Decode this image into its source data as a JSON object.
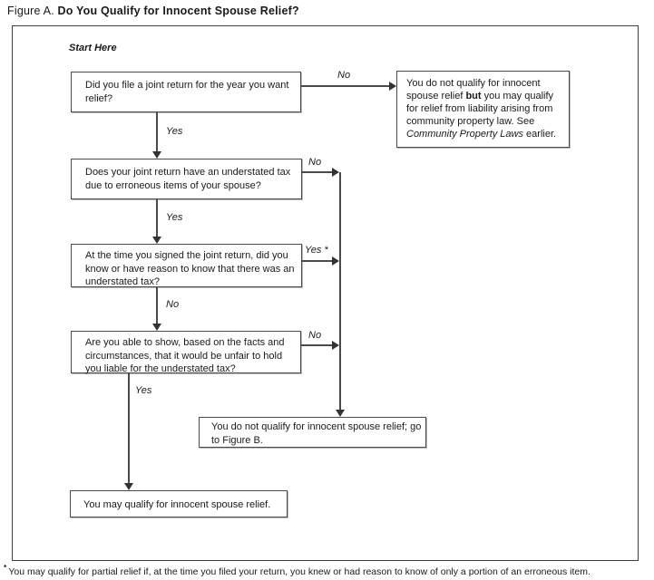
{
  "title": {
    "prefix": "Figure A. ",
    "main": "Do You Qualify for Innocent Spouse Relief?"
  },
  "start_here": "Start Here",
  "boxes": {
    "q1": "Did you file a joint return for the year you want relief?",
    "community": {
      "p1": "You do not qualify for innocent spouse relief ",
      "bold": "but",
      "p2": " you may qualify for relief from liability arising from community property law. See ",
      "italic": "Community Property Laws",
      "p3": " earlier."
    },
    "q2": "Does your joint return have an understated tax due to erroneous items of your spouse?",
    "q3": "At the time you signed the joint return, did you know or have reason to know that there was an understated tax?",
    "q4": "Are you able to show, based on the facts and circumstances, that it would be unfair to hold you liable for the understated tax?",
    "figb": "You do not qualify for innocent spouse relief; go to Figure B.",
    "may": "You may qualify for innocent spouse relief."
  },
  "labels": {
    "q1_no": "No",
    "q1_yes": "Yes",
    "q2_no": "No",
    "q2_yes": "Yes",
    "q3_yes": "Yes *",
    "q3_no": "No",
    "q4_no": "No",
    "q4_yes": "Yes"
  },
  "footnote": {
    "marker": "*",
    "text": "You may qualify for partial relief if, at the time you filed your return, you knew or had reason to know of only a portion of an erroneous item."
  },
  "colors": {
    "line": "#4a4a4a",
    "border": "#4a4a4a",
    "text": "#1a1a1a"
  }
}
